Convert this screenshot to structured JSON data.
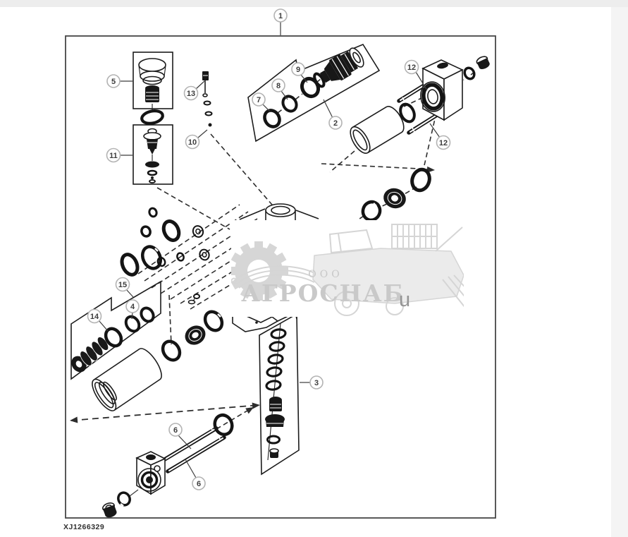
{
  "page": {
    "top_bar_color": "#ededed",
    "right_panel_color": "#f4f4f4",
    "canvas_color": "#ffffff"
  },
  "diagram": {
    "figure_code": "XJ1266329",
    "frame_color": "#474747",
    "line_color": "#1c1c1c",
    "callout_labels": {
      "1": "1",
      "2": "2",
      "3": "3",
      "4": "4",
      "5": "5",
      "6": "6",
      "7": "7",
      "8": "8",
      "9": "9",
      "10": "10",
      "11": "11",
      "12": "12",
      "13": "13",
      "14": "14",
      "15": "15"
    }
  },
  "watermark": {
    "company_prefix": "ООО",
    "brand_name": "АГРОСНАБ",
    "domain_suffix": "u",
    "text_color": "#c9c9c9",
    "art_color": "#d6d6d6"
  }
}
